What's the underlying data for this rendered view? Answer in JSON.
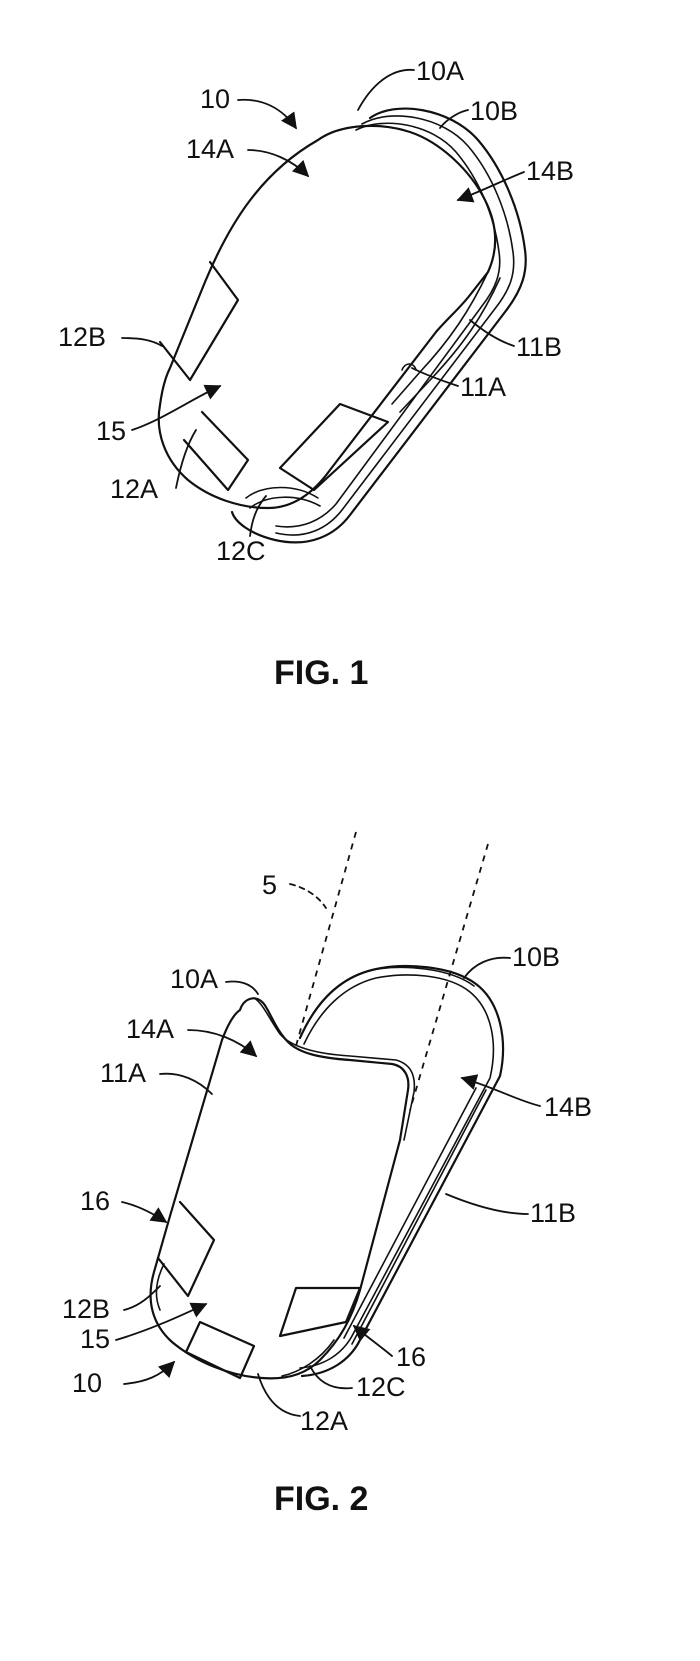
{
  "figures": [
    {
      "caption": "FIG. 1",
      "labels": [
        "10",
        "10A",
        "10B",
        "14A",
        "14B",
        "12B",
        "11B",
        "11A",
        "15",
        "12A",
        "12C"
      ]
    },
    {
      "caption": "FIG. 2",
      "labels": [
        "5",
        "10A",
        "10B",
        "14A",
        "11A",
        "14B",
        "16",
        "11B",
        "12B",
        "15",
        "16",
        "10",
        "12C",
        "12A"
      ]
    }
  ],
  "colors": {
    "ink": "#111111",
    "paper": "#ffffff"
  }
}
